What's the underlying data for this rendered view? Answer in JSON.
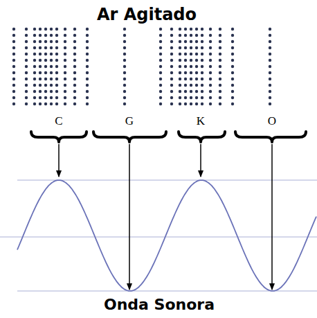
{
  "diagram": {
    "title": "Ar Agitado",
    "caption": "Onda Sonora",
    "labels": [
      "C",
      "G",
      "K",
      "O"
    ]
  }
}
